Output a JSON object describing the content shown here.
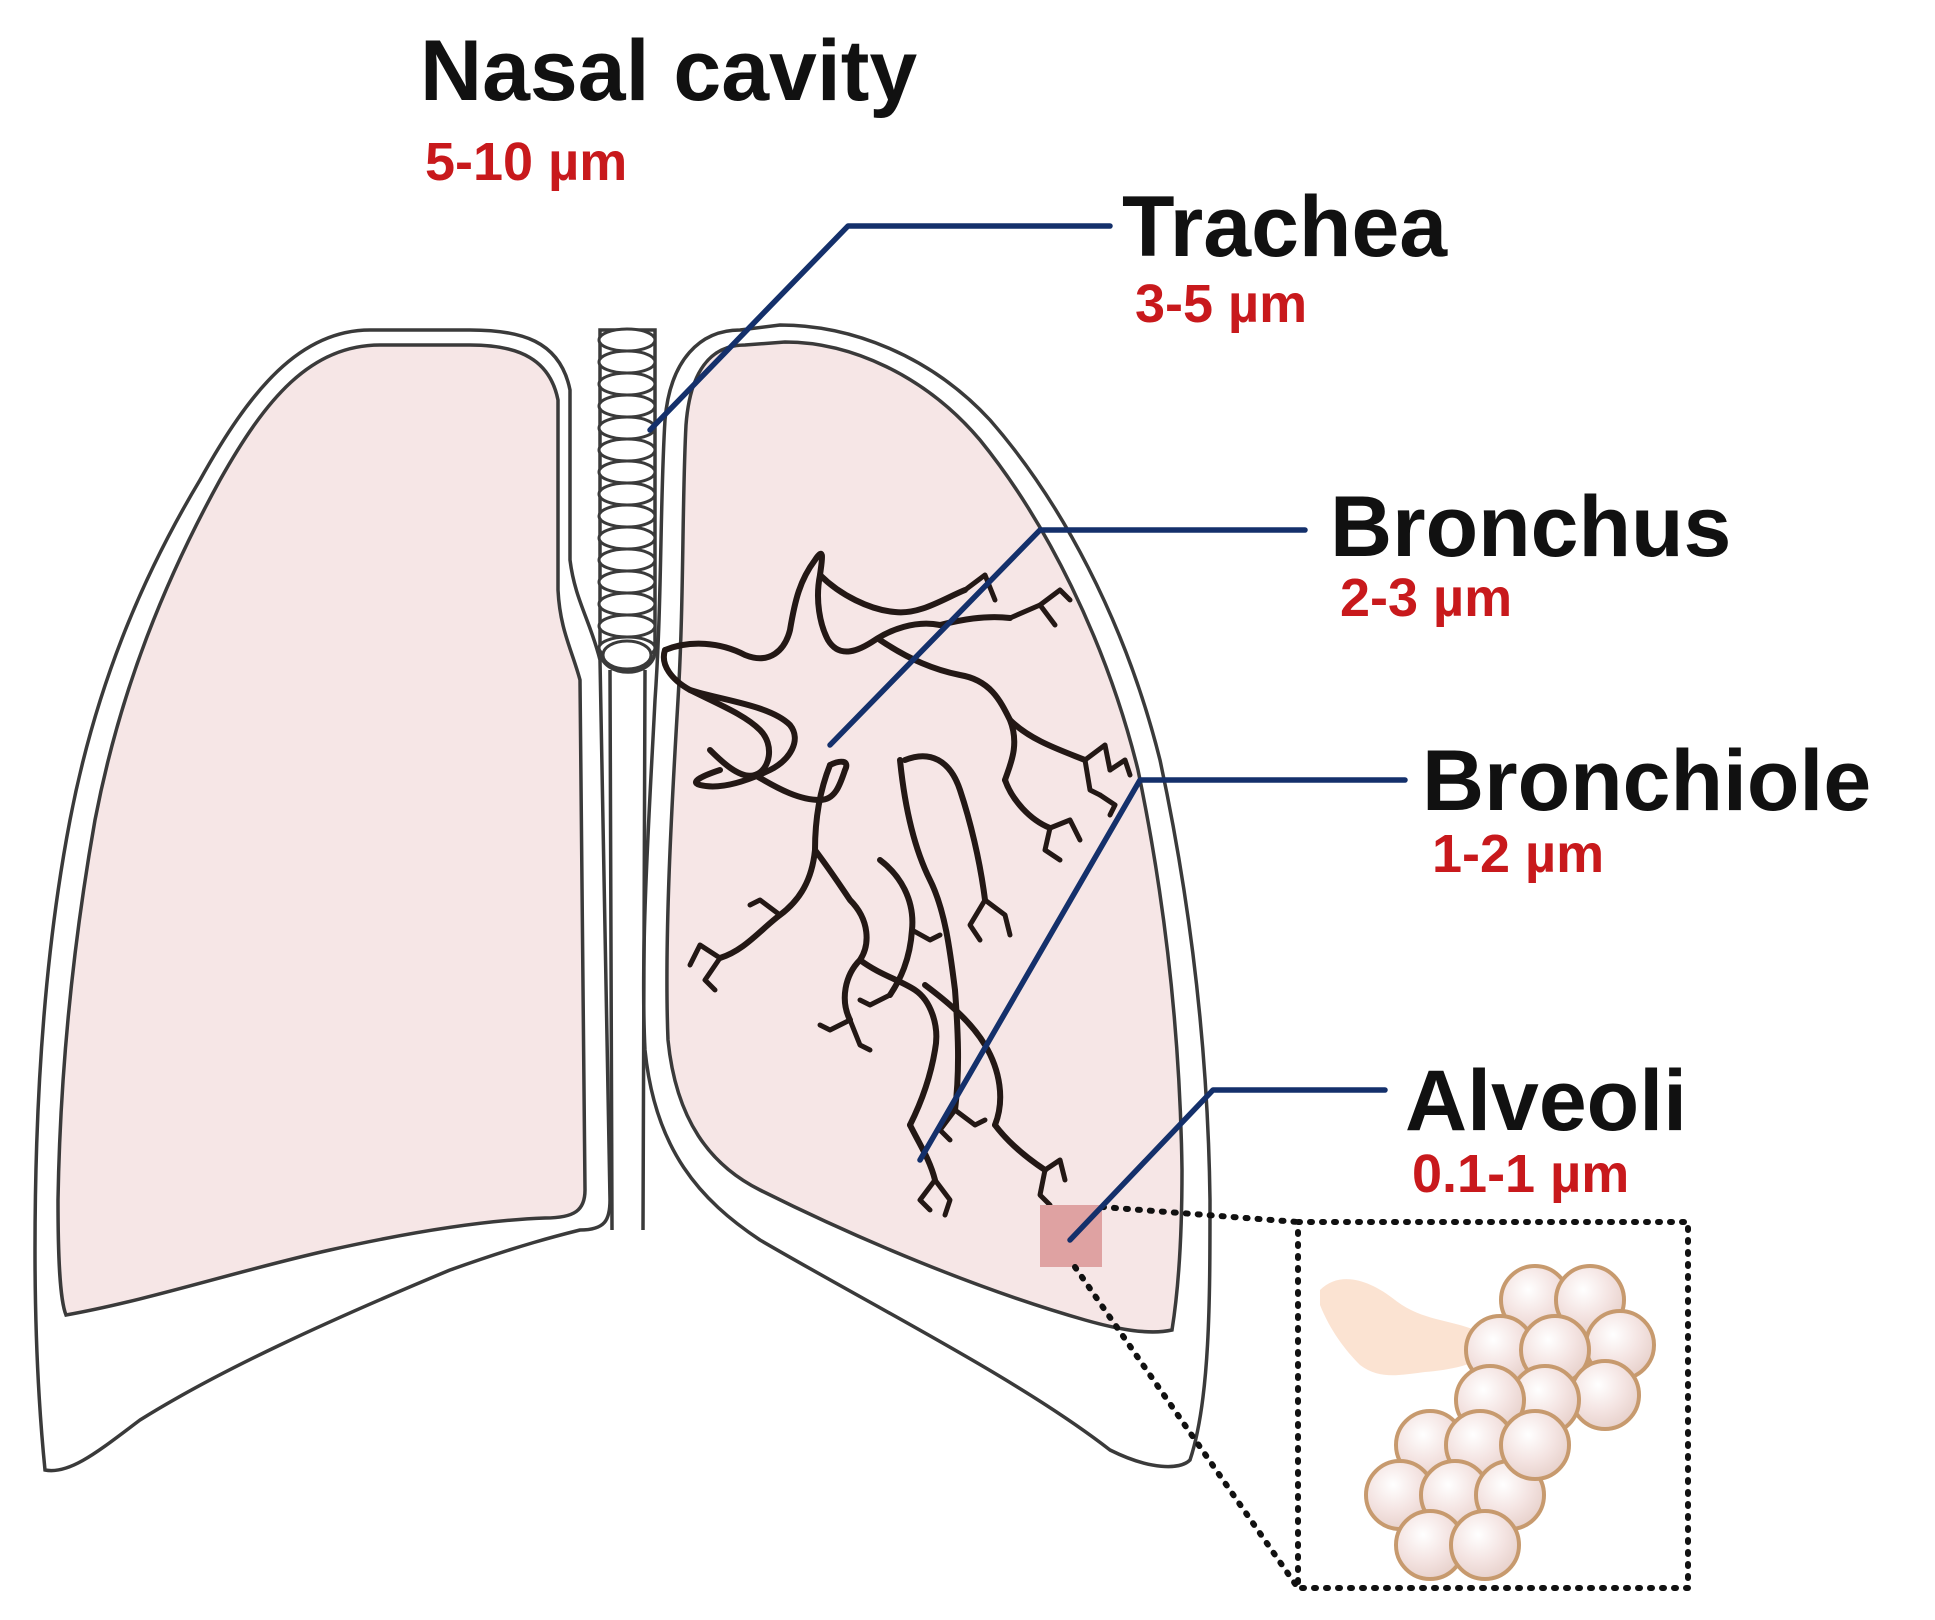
{
  "labels": {
    "nasal_cavity": {
      "name": "Nasal cavity",
      "size": "5-10 µm"
    },
    "trachea": {
      "name": "Trachea",
      "size": "3-5 µm"
    },
    "bronchus": {
      "name": "Bronchus",
      "size": "2-3 µm"
    },
    "bronchiole": {
      "name": "Bronchiole",
      "size": "1-2 µm"
    },
    "alveoli": {
      "name": "Alveoli",
      "size": "0.1-1 µm"
    }
  },
  "colors": {
    "lung_fill": "#f6e6e6",
    "label_text": "#111111",
    "size_text": "#c8191c",
    "leader_line": "#14306b",
    "airway": "#231815",
    "highlight_square": "#dfa2a2",
    "alveolus_fill": "#f3e2df",
    "alveolus_edge": "#c79a6e",
    "duct_fill": "#fbe3d2"
  },
  "icons": [
    "lung-left-icon",
    "lung-right-icon",
    "trachea-icon",
    "bronchial-tree-icon",
    "alveoli-cluster-icon"
  ]
}
